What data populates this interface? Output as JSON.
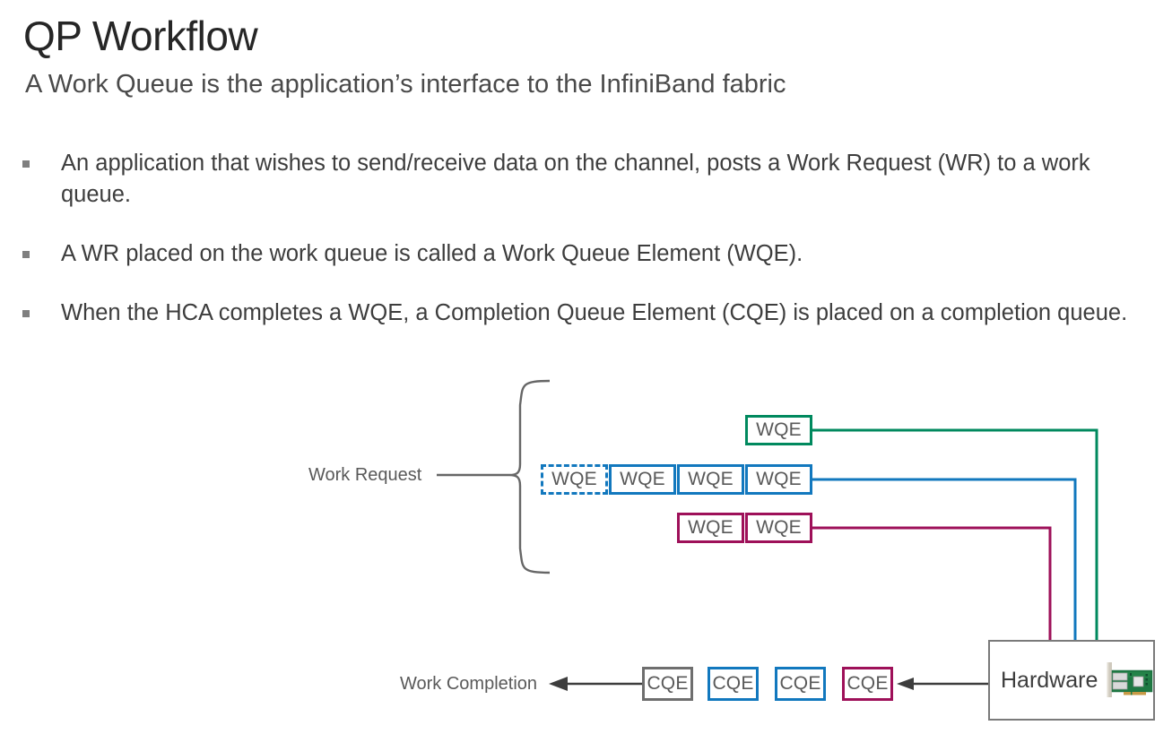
{
  "slide": {
    "title": "QP Workflow",
    "subtitle": "A Work Queue is the application’s interface to the InfiniBand fabric"
  },
  "bullets": [
    "An application that wishes to send/receive data on the channel, posts a Work Request (WR) to a work queue.",
    "A WR placed on the work queue is called a Work Queue Element (WQE).",
    "When the HCA completes a WQE, a Completion Queue Element (CQE) is placed on a completion queue."
  ],
  "diagram": {
    "labels": {
      "work_request": "Work Request",
      "work_completion": "Work Completion",
      "hardware": "Hardware"
    },
    "colors": {
      "green": "#00895e",
      "blue": "#1278be",
      "magenta": "#9e1059",
      "gray": "#6e6e6e",
      "brace": "#666666",
      "arrow": "#3d3d3d",
      "box_text": "#595959"
    },
    "queues": [
      {
        "name": "green-queue",
        "color": "green",
        "items": [
          {
            "label": "WQE",
            "style": "solid"
          }
        ]
      },
      {
        "name": "blue-queue",
        "color": "blue",
        "items": [
          {
            "label": "WQE",
            "style": "dashed"
          },
          {
            "label": "WQE",
            "style": "solid"
          },
          {
            "label": "WQE",
            "style": "solid"
          },
          {
            "label": "WQE",
            "style": "solid"
          }
        ]
      },
      {
        "name": "magenta-queue",
        "color": "magenta",
        "items": [
          {
            "label": "WQE",
            "style": "solid"
          },
          {
            "label": "WQE",
            "style": "solid"
          }
        ]
      }
    ],
    "completion_queue": [
      {
        "label": "CQE",
        "color": "gray"
      },
      {
        "label": "CQE",
        "color": "blue"
      },
      {
        "label": "CQE",
        "color": "blue"
      },
      {
        "label": "CQE",
        "color": "magenta"
      }
    ],
    "nic_icon": "network-adapter-card-icon"
  }
}
